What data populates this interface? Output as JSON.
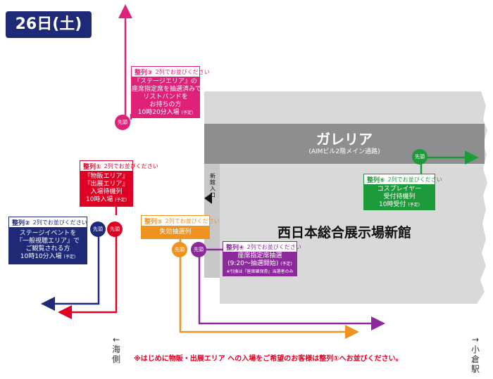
{
  "date_label": "26日(土)",
  "colors": {
    "navy": "#1e2a78",
    "red": "#e00023",
    "magenta": "#e0217a",
    "orange": "#ee9220",
    "purple": "#8c2a9b",
    "green": "#1d9a3a",
    "building": "#d9d9d9",
    "galleria": "#8e8e8e",
    "gray_band": "#c8c8c8"
  },
  "galleria": {
    "name": "ガレリア",
    "sub": "(AIMビル2階メイン通路)"
  },
  "hall": {
    "name": "西日本総合展示場新館"
  },
  "entrance": {
    "label": "新館入口"
  },
  "head_marker": "先頭",
  "queues": [
    {
      "id": "q3",
      "color": "magenta",
      "number": "整列③",
      "hint": "2列でお並びください",
      "lines": [
        "『ステージエリア』の",
        "座席指定席を抽選済みで",
        "リストバンドを",
        "お持ちの方",
        "10時20分入場"
      ],
      "note": "(予定)"
    },
    {
      "id": "q1",
      "color": "red",
      "number": "整列①",
      "hint": "2列でお並びください",
      "lines": [
        "『物販エリア』",
        "『出展エリア』",
        "入場待機列",
        "10時入場"
      ],
      "note": "(予定)"
    },
    {
      "id": "q2",
      "color": "navy",
      "number": "整列②",
      "hint": "2列でお並びください",
      "lines": [
        "ステージイベントを",
        "『一般視聴エリア』で",
        "ご観覧される方",
        "10時10分入場"
      ],
      "note": "(予定)"
    },
    {
      "id": "q5",
      "color": "orange",
      "number": "整列⑤",
      "hint": "2列でお並びください",
      "lines": [
        "失効抽選列"
      ],
      "note": ""
    },
    {
      "id": "q4",
      "color": "purple",
      "number": "整列④",
      "hint": "2列でお並びください",
      "lines": [
        "座席指定席抽選",
        "(9:20〜抽選開始)"
      ],
      "note": "(予定)",
      "small": "※引換は『座席確保券』当選者のみ"
    },
    {
      "id": "q6",
      "color": "green",
      "number": "整列⑥",
      "hint": "2列でお並びください",
      "lines": [
        "コスプレイヤー",
        "受付待機列",
        "10時受付"
      ],
      "note": "(予定)"
    }
  ],
  "directions": {
    "left": "←海側",
    "right": "→小倉駅"
  },
  "footer_note": "※はじめに物販・出展エリア への入場をご希望のお客様は整列①へお並びください。"
}
